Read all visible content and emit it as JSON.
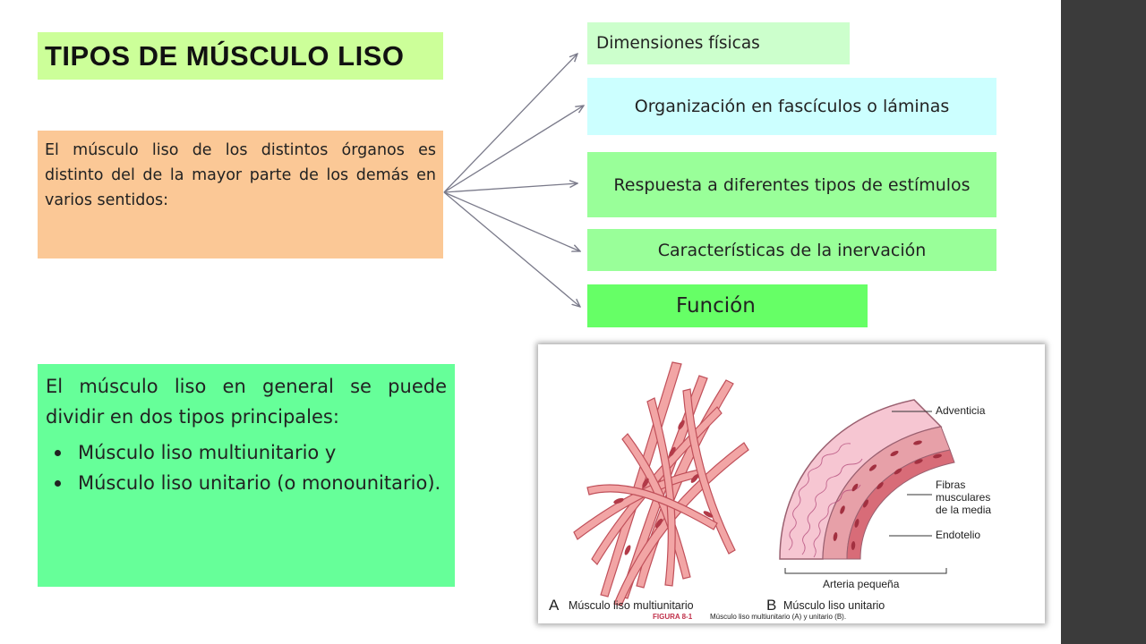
{
  "title": "TIPOS DE MÚSCULO LISO",
  "intro": "El músculo liso de los distintos órganos es distinto del de la mayor parte de los demás en varios sentidos:",
  "categories": [
    "Dimensiones físicas",
    "Organización en fascículos o láminas",
    "Respuesta a diferentes tipos de estímulos",
    "Características de la inervación",
    "Función"
  ],
  "general": {
    "text": "El músculo liso en general se puede dividir en dos tipos principales:",
    "items": [
      "Músculo liso multiunitario y",
      "Músculo liso unitario (o monounitario)."
    ]
  },
  "figure": {
    "labels": {
      "adventicia": "Adventicia",
      "fibras": "Fibras\nmusculares\nde la media",
      "endotelio": "Endotelio",
      "arteria": "Arteria pequeña"
    },
    "caption_a_letter": "A",
    "caption_a": "Músculo liso multiunitario",
    "caption_b_letter": "B",
    "caption_b": "Músculo liso unitario",
    "figure_label": "FIGURA 8-1",
    "figure_caption": "Músculo liso multiunitario (A) y unitario (B)."
  }
}
